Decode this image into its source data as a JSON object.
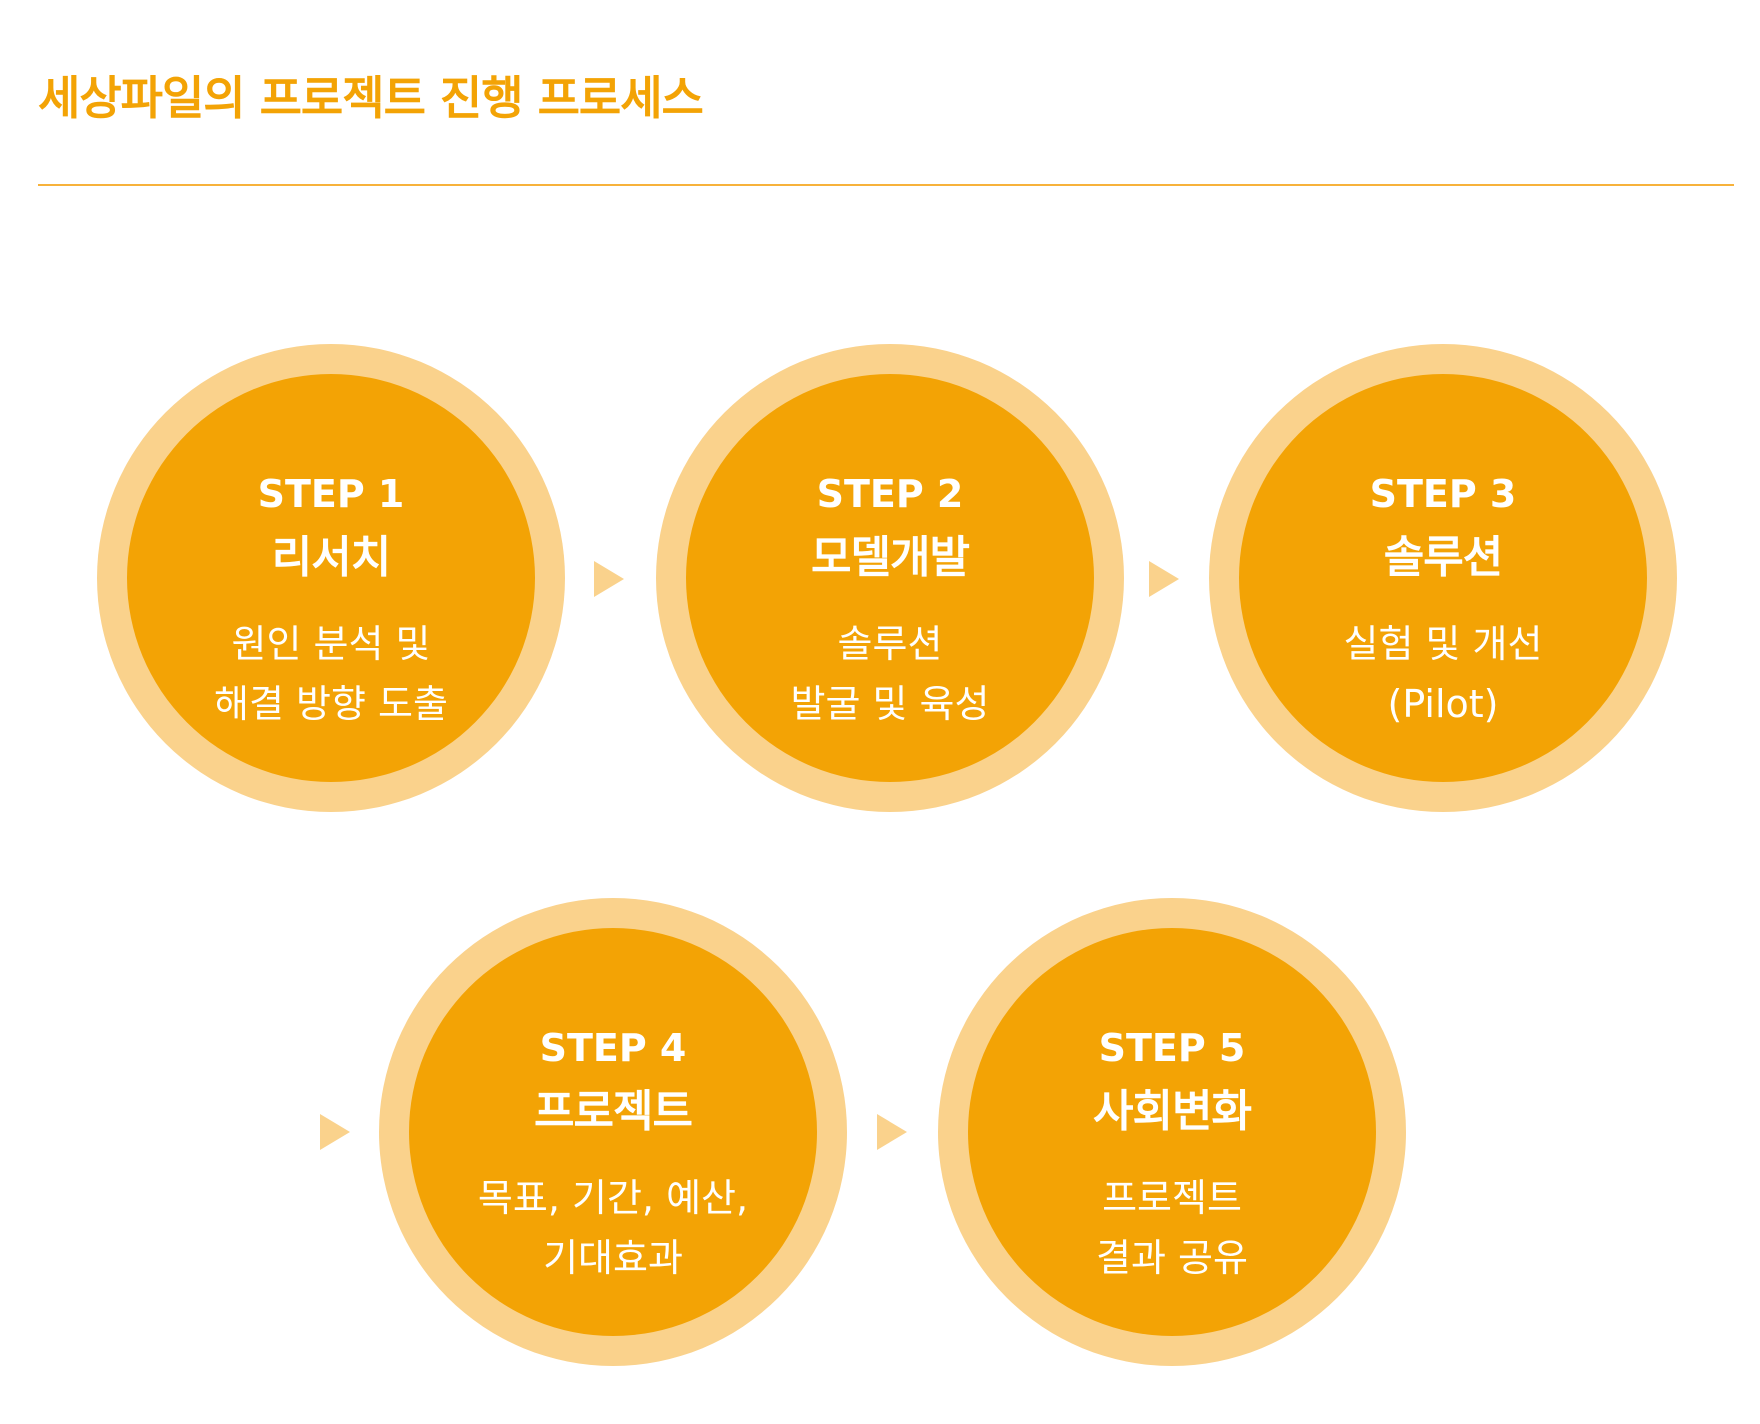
{
  "page": {
    "title": "세상파일의 프로젝트 진행 프로세스"
  },
  "colors": {
    "accent": "#f3a305",
    "ring": "#fad28c",
    "rule": "#f7b23b",
    "text_on_accent": "#ffffff"
  },
  "steps": [
    {
      "label": "STEP 1",
      "name": "리서치",
      "desc": [
        "원인 분석 및",
        "해결 방향 도출"
      ]
    },
    {
      "label": "STEP 2",
      "name": "모델개발",
      "desc": [
        "솔루션",
        "발굴 및 육성"
      ]
    },
    {
      "label": "STEP 3",
      "name": "솔루션",
      "desc": [
        "실험 및 개선",
        "(Pilot)"
      ]
    },
    {
      "label": "STEP 4",
      "name": "프로젝트",
      "desc": [
        "목표, 기간, 예산,",
        "기대효과"
      ]
    },
    {
      "label": "STEP 5",
      "name": "사회변화",
      "desc": [
        "프로젝트",
        "결과 공유"
      ]
    }
  ]
}
